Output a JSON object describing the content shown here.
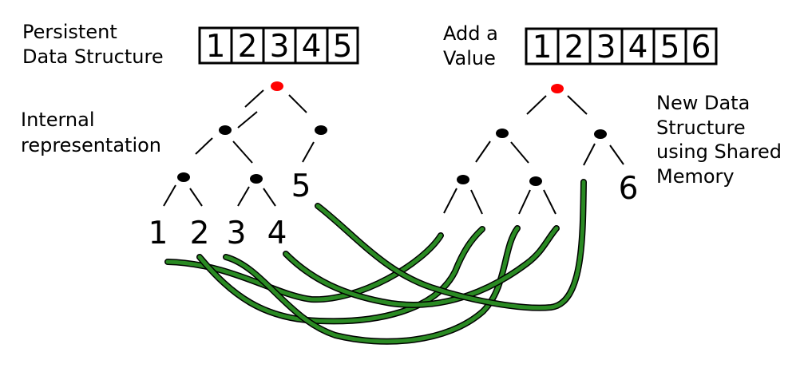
{
  "colors": {
    "root_node": "#ff0000",
    "inner_node": "#000000",
    "link_green": "#2a8a23"
  },
  "left": {
    "label_lines": [
      "Persistent",
      "Data Structure"
    ],
    "array": [
      "1",
      "2",
      "3",
      "4",
      "5"
    ],
    "tree_label_lines": [
      "Internal",
      "representation"
    ],
    "leaves": [
      "1",
      "2",
      "3",
      "4",
      "5"
    ]
  },
  "right": {
    "label_lines": [
      "Add a",
      "Value"
    ],
    "array": [
      "1",
      "2",
      "3",
      "4",
      "5",
      "6"
    ],
    "tree_label_lines": [
      "New Data",
      "Structure",
      "using Shared",
      "Memory"
    ],
    "new_leaf": "6"
  }
}
